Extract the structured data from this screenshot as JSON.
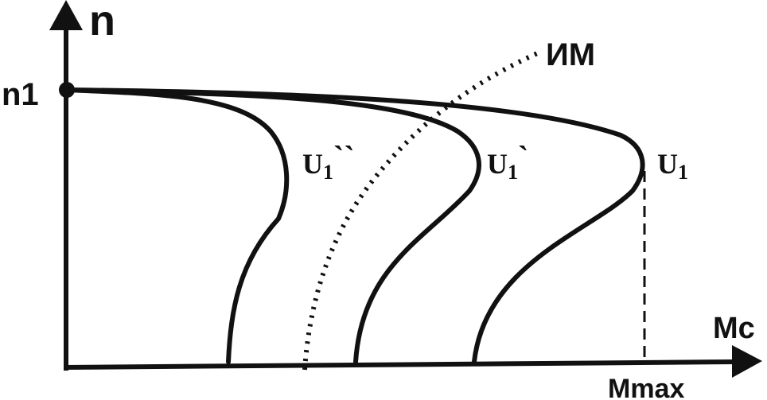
{
  "axes": {
    "y_label": "n",
    "x_label": "Mc",
    "y_tick": "n1",
    "x_tick": "Mmax"
  },
  "load_curve": {
    "label": "ИМ"
  },
  "curves": [
    {
      "label_main": "U",
      "label_sub": "1",
      "label_suffix": "``"
    },
    {
      "label_main": "U",
      "label_sub": "1",
      "label_suffix": "`"
    },
    {
      "label_main": "U",
      "label_sub": "1",
      "label_suffix": ""
    }
  ]
}
